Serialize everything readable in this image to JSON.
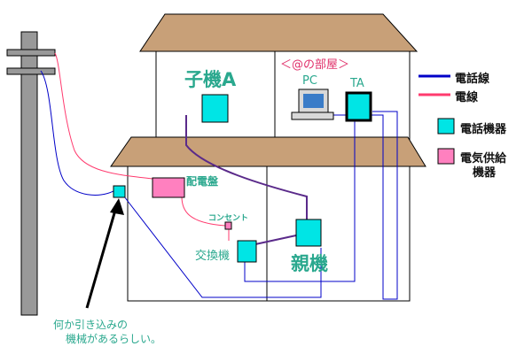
{
  "labels": {
    "child_unit": "子機A",
    "room": "＜@の部屋＞",
    "pc": "PC",
    "ta": "TA",
    "breaker": "配電盤",
    "outlet": "コンセント",
    "exchange": "交換機",
    "parent_unit": "親機",
    "note_line1": "何か引き込みの",
    "note_line2": "機械があるらしい。"
  },
  "legend": {
    "phone_line": "電話線",
    "power_line": "電線",
    "phone_device": "電話機器",
    "power_device_line1": "電気供給",
    "power_device_line2": "機器"
  },
  "colors": {
    "phone_line": "#0000c8",
    "power_line": "#ff3a6e",
    "phone_device": "#00e5e5",
    "power_device": "#ff80bf",
    "roof": "#c8a078",
    "pole": "#999999",
    "text_teal": "#2aa88e"
  }
}
